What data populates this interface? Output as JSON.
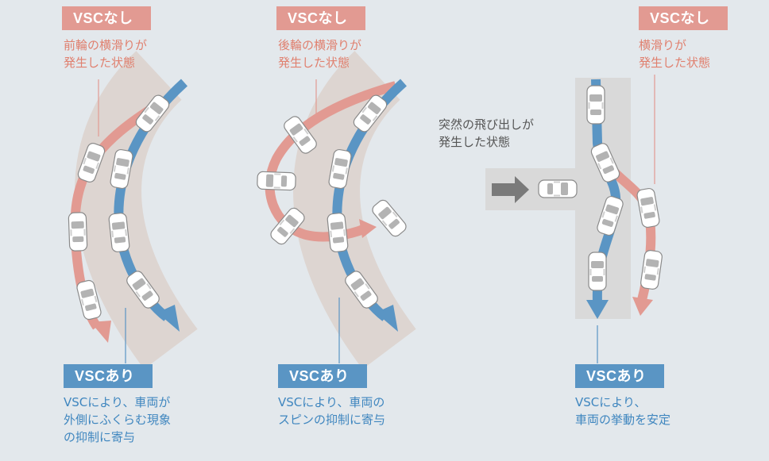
{
  "panels": [
    {
      "no_vsc": {
        "badge": "VSCなし",
        "text": "前輪の横滑りが\n発生した状態"
      },
      "with_vsc": {
        "badge": "VSCあり",
        "text": "VSCにより、車両が\n外側にふくらむ現象\nの抑制に寄与"
      }
    },
    {
      "no_vsc": {
        "badge": "VSCなし",
        "text": "後輪の横滑りが\n発生した状態"
      },
      "with_vsc": {
        "badge": "VSCあり",
        "text": "VSCにより、車両の\nスピンの抑制に寄与"
      }
    },
    {
      "no_vsc": {
        "badge": "VSCなし",
        "text": "横滑りが\n発生した状態"
      },
      "event": {
        "text": "突然の飛び出しが\n発生した状態"
      },
      "with_vsc": {
        "badge": "VSCあり",
        "text": "VSCにより、\n車両の挙動を安定"
      }
    }
  ],
  "colors": {
    "background": "#e3e8ec",
    "road": "#ddd5d1",
    "road_straight": "#d9d9d9",
    "red_path": "#e29a92",
    "blue_path": "#5a95c4",
    "red_label": "#e29a92",
    "blue_label": "#5a95c4",
    "gray_arrow": "#7a7a7a"
  }
}
